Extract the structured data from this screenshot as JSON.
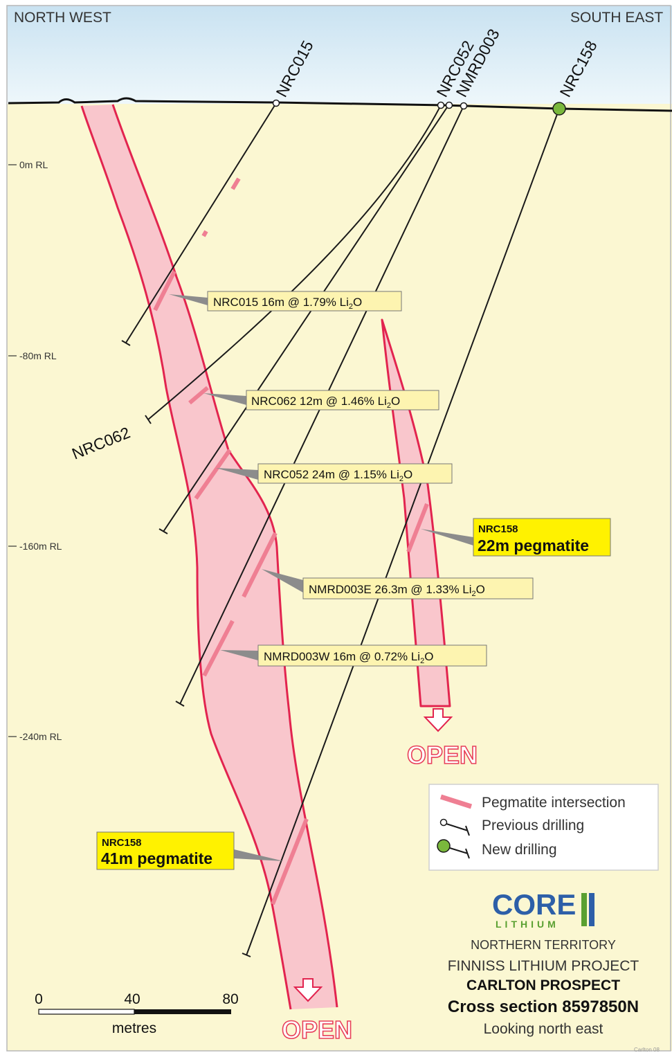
{
  "orientation": {
    "left": "NORTH WEST",
    "right": "SOUTH EAST"
  },
  "rl_labels": [
    "0m RL",
    "-80m RL",
    "-160m RL",
    "-240m RL"
  ],
  "holes": {
    "nrc015": "NRC015",
    "nrc052": "NRC052",
    "nmrd003": "NMRD003",
    "nrc158": "NRC158",
    "nrc062": "NRC062"
  },
  "callouts": [
    {
      "main": "NRC015 16m @ 1.79% Li",
      "sub": "2",
      "tail": "O"
    },
    {
      "main": "NRC062 12m @ 1.46% Li",
      "sub": "2",
      "tail": "O"
    },
    {
      "main": "NRC052 24m @ 1.15% Li",
      "sub": "2",
      "tail": "O"
    },
    {
      "main": "NMRD003E 26.3m @ 1.33% Li",
      "sub": "2",
      "tail": "O"
    },
    {
      "main": "NMRD003W 16m @ 0.72% Li",
      "sub": "2",
      "tail": "O"
    }
  ],
  "new_intercepts": [
    {
      "hole": "NRC158",
      "result": "22m pegmatite"
    },
    {
      "hole": "NRC158",
      "result": "41m pegmatite"
    }
  ],
  "open_label": "OPEN",
  "legend": {
    "pegmatite": "Pegmatite intersection",
    "previous": "Previous drilling",
    "new": "New drilling"
  },
  "logo": {
    "main": "CORE",
    "sub": "LITHIUM"
  },
  "info": {
    "territory": "NORTHERN TERRITORY",
    "project": "FINNISS LITHIUM PROJECT",
    "prospect": "CARLTON PROSPECT",
    "section": "Cross section 8597850N",
    "looking": "Looking north east"
  },
  "scale": {
    "ticks": [
      "0",
      "40",
      "80"
    ],
    "unit": "metres"
  },
  "footer_code": "Carlton 08",
  "colors": {
    "sky": "#dceef7",
    "ground": "#fbf7d2",
    "pegmatite": "#f9c6cc",
    "pegmatite_edge": "#e2244f",
    "callout_box": "#fdf4b0",
    "new_box": "#fff200",
    "new_drill": "#7ab83c",
    "logo_blue": "#2d5fa8",
    "logo_green": "#5aa031"
  }
}
